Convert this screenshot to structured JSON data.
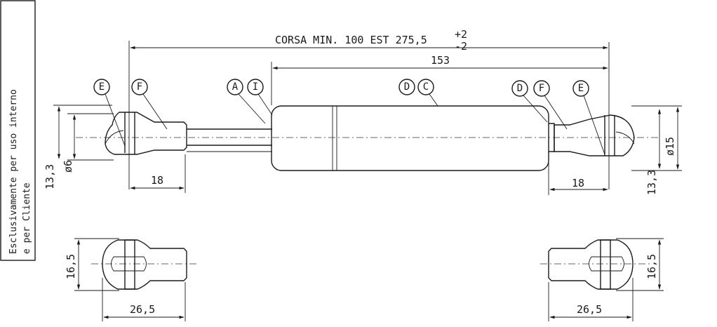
{
  "stamp": {
    "line1": "Esclusivamente per uso interno",
    "line2": "e per Cliente"
  },
  "dimensions": {
    "stroke": "CORSA MIN. 100 EST 275,5",
    "tol_plus": "+2",
    "tol_minus": "-2",
    "body_length": "153",
    "eye_diameter_left": "ø6",
    "height_left": "13,3",
    "fitting_length_left": "18",
    "fitting_length_right": "18",
    "body_diameter": "ø15",
    "height_right": "13,3",
    "side_height_left": "16,5",
    "side_length_left": "26,5",
    "side_height_right": "16,5",
    "side_length_right": "26,5"
  },
  "callouts": {
    "left_e": "E",
    "left_f": "F",
    "a": "A",
    "i": "I",
    "d_mid": "D",
    "c_mid": "C",
    "d_right": "D",
    "f_right": "F",
    "e_right": "E"
  },
  "colors": {
    "ink": "#1a1a1a",
    "paper": "#ffffff"
  }
}
